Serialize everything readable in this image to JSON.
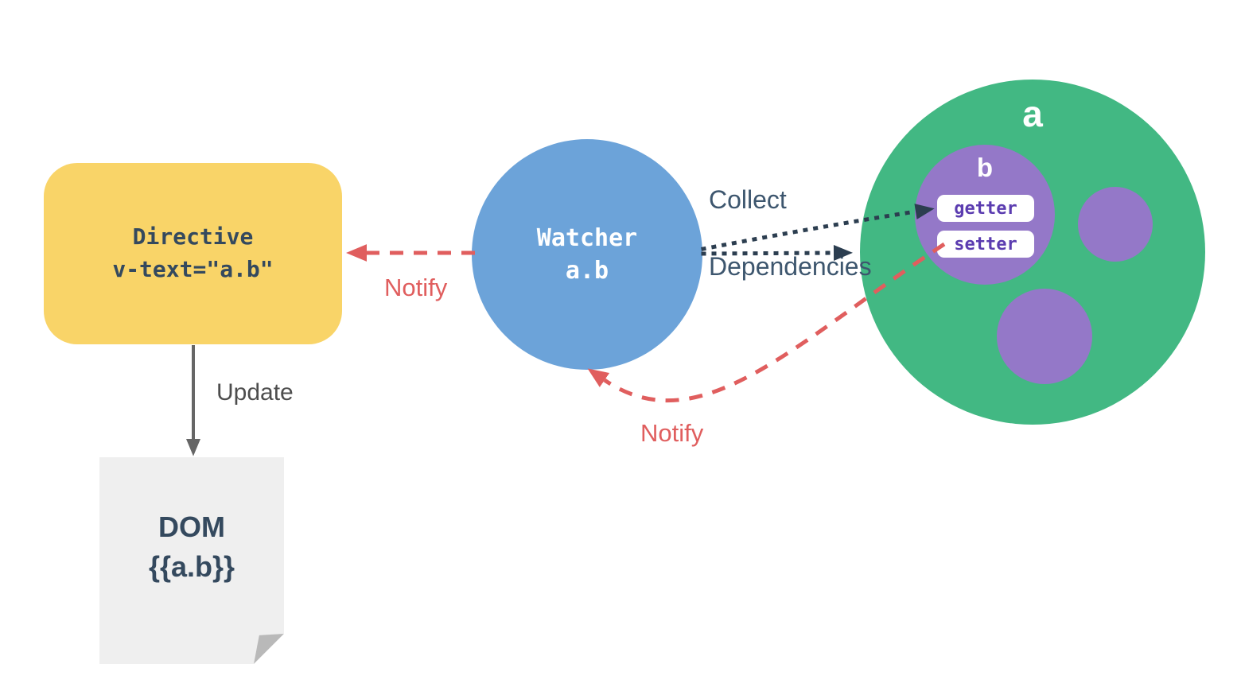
{
  "nodes": {
    "directive": {
      "title": "Directive",
      "code": "v-text=\"a.b\""
    },
    "watcher": {
      "title": "Watcher",
      "code": "a.b"
    },
    "data_object": {
      "label": "a",
      "property_b": {
        "label": "b",
        "getter_label": "getter",
        "setter_label": "setter"
      }
    },
    "dom": {
      "title": "DOM",
      "code": "{{a.b}}"
    }
  },
  "edges": {
    "notify_to_directive_label": "Notify",
    "notify_to_watcher_label": "Notify",
    "collect_line1": "Collect",
    "collect_line2": "Dependencies",
    "update_label": "Update"
  },
  "colors": {
    "directive_fill": "#F9D468",
    "watcher_fill": "#6CA3D9",
    "data_object_fill": "#42B883",
    "property_fill": "#9478C8",
    "pill_fill": "#FFFFFF",
    "pill_text": "#5B3CB0",
    "notify_red": "#E05E5E",
    "navy_text": "#34495E",
    "collect_text": "#3D566E",
    "dependency_arrow": "#2C3E50",
    "update_gray": "#666666",
    "dom_fill": "#EFEFEF",
    "dom_fold": "#B9B9B9",
    "background": "#FFFFFF"
  }
}
